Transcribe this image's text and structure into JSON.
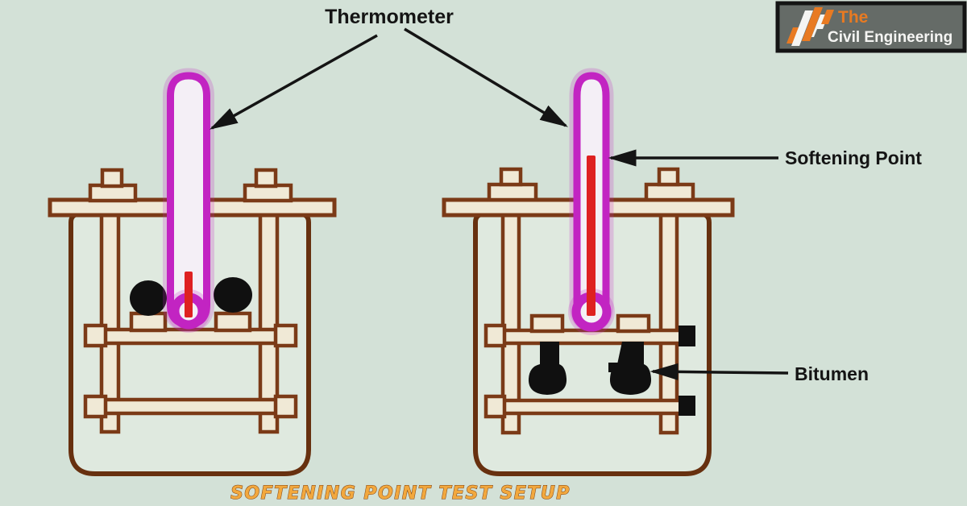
{
  "labels": {
    "thermometer": "Thermometer",
    "softening_point": "Softening Point",
    "bitumen": "Bitumen"
  },
  "caption": {
    "text": "SOFTENING POINT TEST SETUP"
  },
  "logo": {
    "line1": "The",
    "line2": "Civil Engineering"
  },
  "colors": {
    "bg": "#d3e1d7",
    "ink": "#141414",
    "frame_brown": "#7b3a17",
    "beaker_brown": "#67300f",
    "cream": "#f0e9d6",
    "beaker_fill": "#dfe9df",
    "magenta": "#c224c2",
    "tube_fill": "#f4eff6",
    "red": "#de2121",
    "black_part": "#101010",
    "caption_orange": "#f2a83e",
    "caption_outline": "#7c3e10",
    "logo_bg": "#656b67",
    "logo_border": "#141414",
    "logo_orange": "#e87a22",
    "logo_white": "#f5f5f3"
  }
}
